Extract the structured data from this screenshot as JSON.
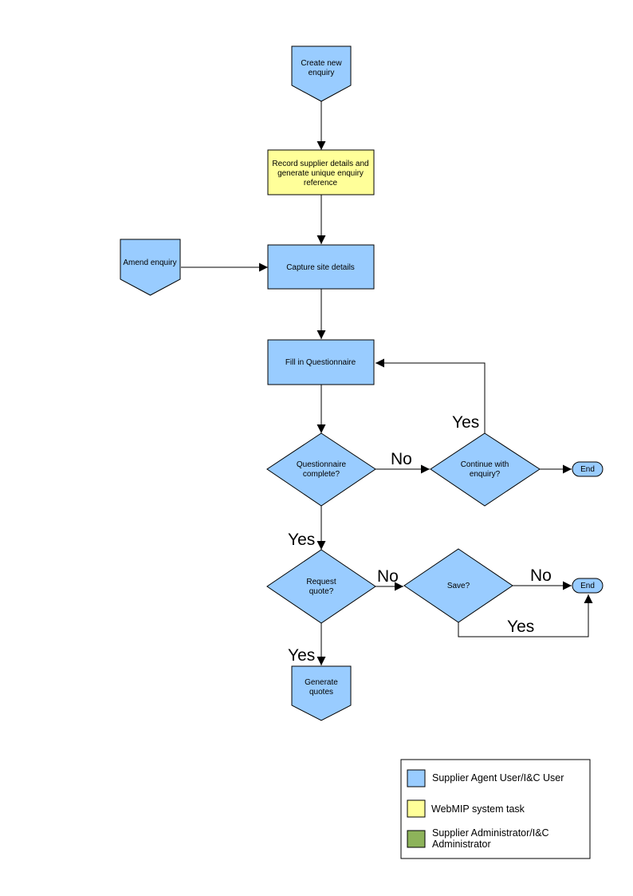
{
  "colors": {
    "supplier_agent": "#99ccff",
    "system_task": "#ffff99",
    "supplier_admin": "#8db35a",
    "stroke": "#000000"
  },
  "nodes": {
    "create_enquiry": [
      "Create new",
      "enquiry"
    ],
    "record_supplier": [
      "Record supplier details and",
      "generate unique enquiry",
      "reference"
    ],
    "amend_enquiry": [
      "Amend enquiry"
    ],
    "capture_site": [
      "Capture site details"
    ],
    "fill_questionnaire": [
      "Fill in Questionnaire"
    ],
    "questionnaire_complete": [
      "Questionnaire",
      "complete?"
    ],
    "continue_enquiry": [
      "Continue with",
      "enquiry?"
    ],
    "end_1": [
      "End"
    ],
    "request_quote": [
      "Request",
      "quote?"
    ],
    "save": [
      "Save?"
    ],
    "end_2": [
      "End"
    ],
    "generate_quotes": [
      "Generate",
      "quotes"
    ]
  },
  "edge_labels": {
    "complete_no": "No",
    "continue_yes": "Yes",
    "complete_yes": "Yes",
    "request_no": "No",
    "save_no": "No",
    "save_yes": "Yes",
    "request_yes": "Yes"
  },
  "legend": {
    "items": [
      {
        "lines": [
          "Supplier Agent User/I&C User"
        ],
        "color": "#99ccff"
      },
      {
        "lines": [
          "WebMIP system task"
        ],
        "color": "#ffff99"
      },
      {
        "lines": [
          "Supplier Administrator/I&C",
          "Administrator"
        ],
        "color": "#8db35a"
      }
    ]
  }
}
